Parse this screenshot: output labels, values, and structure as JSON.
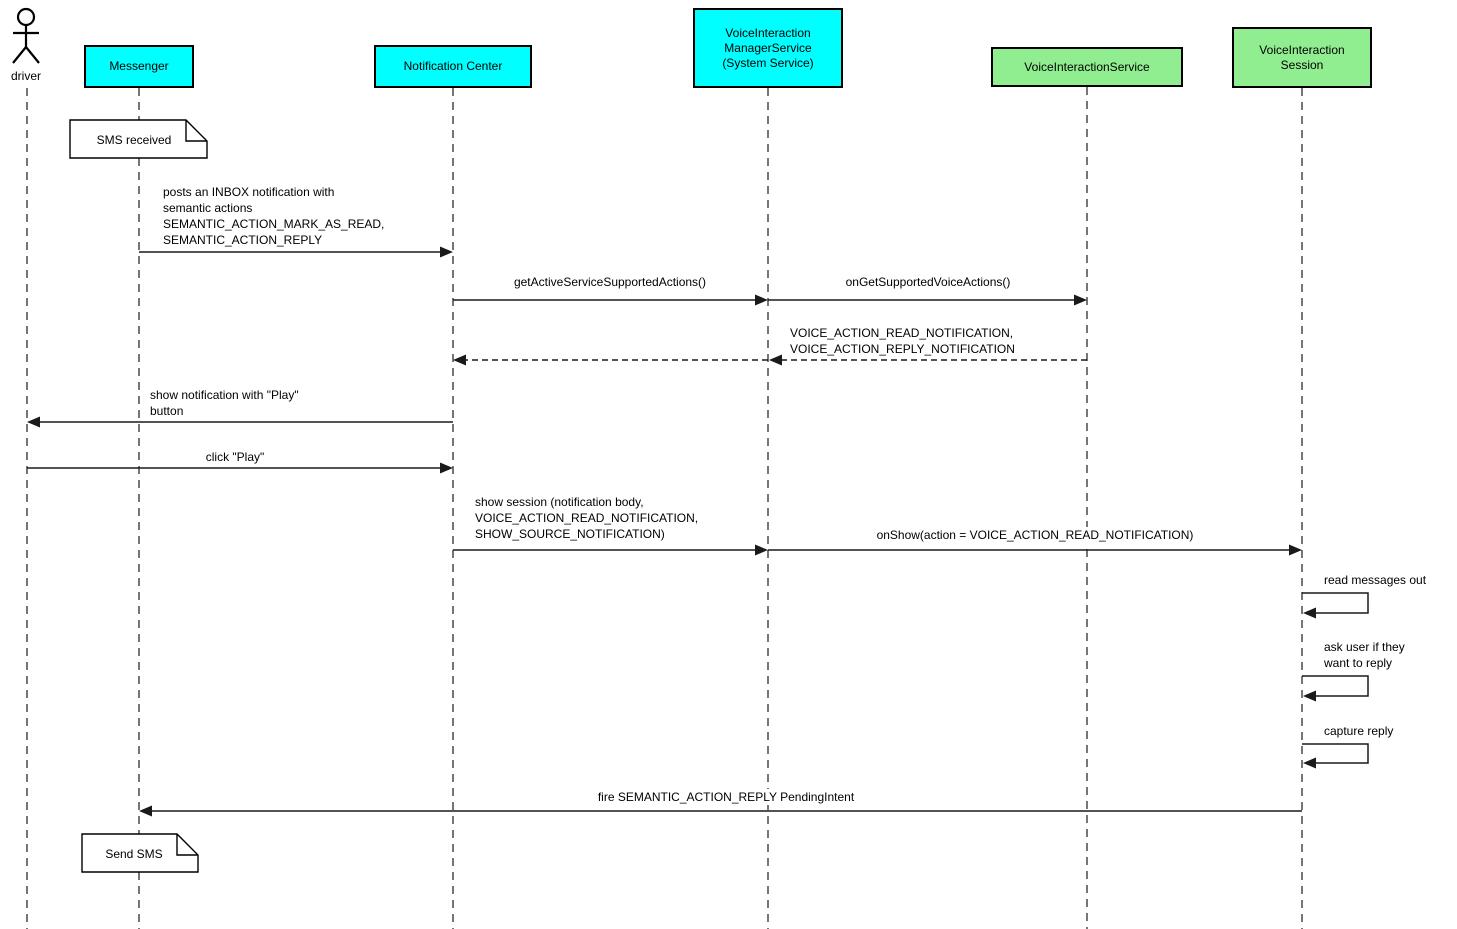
{
  "participants": [
    {
      "id": "driver",
      "kind": "actor",
      "label": "driver"
    },
    {
      "id": "messenger",
      "kind": "box",
      "label": "Messenger",
      "fill": "#00FFFF"
    },
    {
      "id": "notification-center",
      "kind": "box",
      "label": "Notification Center",
      "fill": "#00FFFF"
    },
    {
      "id": "voice-interaction-manager-service",
      "kind": "box",
      "label": "VoiceInteraction\nManagerService\n(System Service)",
      "fill": "#00FFFF"
    },
    {
      "id": "voice-interaction-service",
      "kind": "box",
      "label": "VoiceInteractionService",
      "fill": "#90EE90"
    },
    {
      "id": "voice-interaction-session",
      "kind": "box",
      "label": "VoiceInteraction\nSession",
      "fill": "#90EE90"
    }
  ],
  "notes": [
    {
      "text": "SMS received"
    },
    {
      "text": "Send SMS"
    }
  ],
  "messages": [
    {
      "from": "Messenger",
      "to": "Notification Center",
      "style": "solid",
      "text": "posts an INBOX notification with\nsemantic actions\nSEMANTIC_ACTION_MARK_AS_READ,\nSEMANTIC_ACTION_REPLY"
    },
    {
      "from": "Notification Center",
      "to": "VoiceInteraction ManagerService (System Service)",
      "style": "solid",
      "text": "getActiveServiceSupportedActions()"
    },
    {
      "from": "VoiceInteraction ManagerService (System Service)",
      "to": "VoiceInteractionService",
      "style": "solid",
      "text": "onGetSupportedVoiceActions()"
    },
    {
      "from": "VoiceInteractionService",
      "to": "Notification Center",
      "style": "dashed-return",
      "text": "VOICE_ACTION_READ_NOTIFICATION,\nVOICE_ACTION_REPLY_NOTIFICATION"
    },
    {
      "from": "Notification Center",
      "to": "driver",
      "style": "solid",
      "text": "show notification with \"Play\"\nbutton"
    },
    {
      "from": "driver",
      "to": "Notification Center",
      "style": "solid",
      "text": "click \"Play\""
    },
    {
      "from": "Notification Center",
      "to": "VoiceInteraction ManagerService (System Service)",
      "style": "solid",
      "text": "show session (notification body,\nVOICE_ACTION_READ_NOTIFICATION,\nSHOW_SOURCE_NOTIFICATION)"
    },
    {
      "from": "VoiceInteraction ManagerService (System Service)",
      "to": "VoiceInteraction Session",
      "style": "solid",
      "text": "onShow(action = VOICE_ACTION_READ_NOTIFICATION)"
    },
    {
      "from": "VoiceInteraction Session",
      "to": "VoiceInteraction Session",
      "style": "self",
      "text": "read messages out"
    },
    {
      "from": "VoiceInteraction Session",
      "to": "VoiceInteraction Session",
      "style": "self",
      "text": "ask user if they\nwant to reply"
    },
    {
      "from": "VoiceInteraction Session",
      "to": "VoiceInteraction Session",
      "style": "self",
      "text": "capture reply"
    },
    {
      "from": "VoiceInteraction Session",
      "to": "Messenger",
      "style": "solid",
      "text": "fire SEMANTIC_ACTION_REPLY PendingIntent"
    }
  ],
  "colors": {
    "participant_cyan": "#00FFFF",
    "participant_green": "#90EE90",
    "line": "#000000",
    "lifeline": "#3c3c3c",
    "background": "#FFFFFF"
  }
}
